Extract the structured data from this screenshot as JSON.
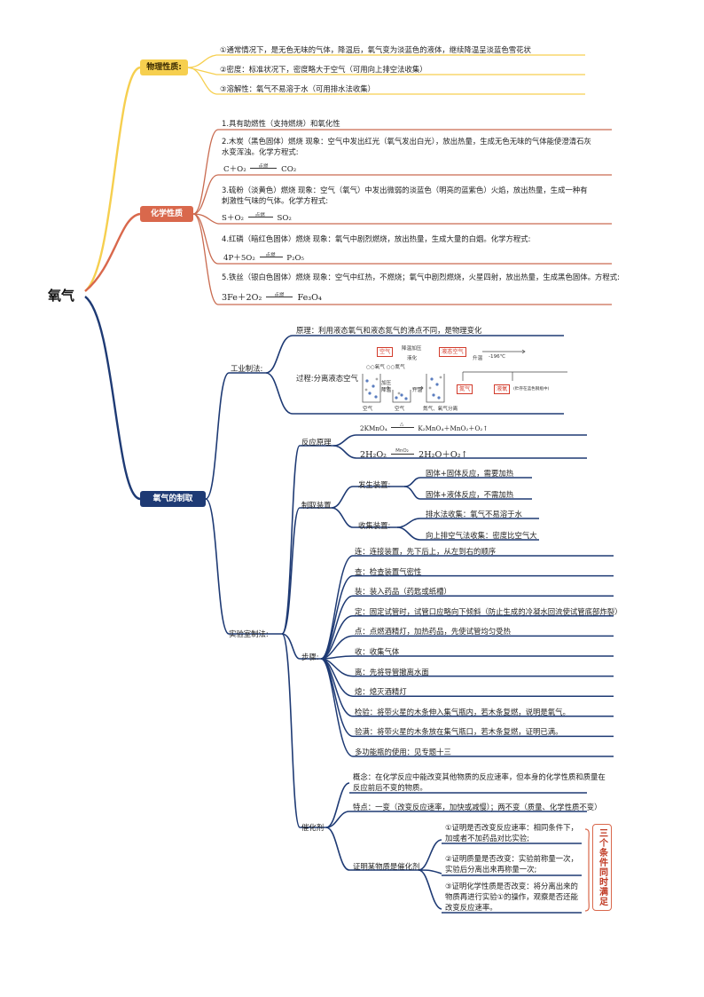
{
  "root": "氧气",
  "physical": {
    "label": "物理性质:",
    "items": [
      "①通常情况下，是无色无味的气体，降温后，氧气变为淡蓝色的液体，继续降温呈淡蓝色雪花状",
      "②密度：标准状况下，密度略大于空气（可用向上排空法收集）",
      "③溶解性：氧气不易溶于水（可用排水法收集）"
    ]
  },
  "chemical": {
    "label": "化学性质",
    "item1": "1.具有助燃性（支持燃烧）和氧化性",
    "item2": "2.木炭（黑色固体）燃烧    现象：空气中发出红光（氧气发出白光），放出热量，生成无色无味的气体能使澄清石灰水变浑浊。化学方程式:",
    "eq2": "C＋O₂",
    "eq2_product": "CO₂",
    "item3": "3.硫粉（淡黄色）燃烧    现象：空气（氧气）中发出微弱的淡蓝色（明亮的蓝紫色）火焰，放出热量，生成一种有刺激性气味的气体。化学方程式:",
    "eq3": "S＋O₂",
    "eq3_product": "SO₂",
    "item4": "4.红磷（暗红色固体）燃烧    现象：氧气中剧烈燃烧，放出热量，生成大量的白烟。化学方程式:",
    "eq4": "4P＋5O₂",
    "eq4_product": "P₂O₅",
    "item5": "5.铁丝（银白色固体）燃烧    现象：空气中红热，不燃烧；氧气中剧烈燃烧，火星四射，放出热量，生成黑色固体。方程式:",
    "eq5": "3Fe＋2O₂",
    "eq5_product": "Fe₃O₄",
    "condition": "点燃"
  },
  "preparation": {
    "label": "氧气的制取",
    "industrial": {
      "label": "工业制法:",
      "principle": "原理：利用液态氧气和液态氮气的沸点不同，是物理变化",
      "process_label": "过程:分离液态空气",
      "diagram": {
        "legend": "○○氧气 ○○氮气",
        "step1": "加压",
        "step1b": "降温",
        "step2": "升温",
        "cap1": "空气",
        "cap2": "空气",
        "cap3": "氮气、氧气分离",
        "air": "空气",
        "press": "降温加压",
        "liquefy": "液化",
        "liquid_air": "液态空气",
        "heat": "升温",
        "temp": "-196℃",
        "nitrogen": "氮气",
        "liquid_o2": "液氧",
        "store": "(贮存在蓝色钢瓶中)"
      }
    },
    "lab": {
      "label": "实验室制法:",
      "reaction": {
        "label": "反应原理",
        "eq1": "2KMnO₄",
        "eq1_cond": "△",
        "eq1_product": "K₂MnO₄＋MnO₂＋O₂↑",
        "eq2": "2H₂O₂",
        "eq2_cond": "MnO₂",
        "eq2_product": "2H₂O＋O₂↑"
      },
      "apparatus": {
        "label": "制取装置",
        "generator": {
          "label": "发生装置:",
          "items": [
            "固体+固体反应，需要加热",
            "固体+液体反应，不需加热"
          ]
        },
        "collector": {
          "label": "收集装置:",
          "items": [
            "排水法收集：氧气不易溶于水",
            "向上排空气法收集：密度比空气大"
          ]
        }
      },
      "steps": {
        "label": "步骤:",
        "items": [
          "连：连接装置，先下后上，从左到右的顺序",
          "查：检查装置气密性",
          "装：装入药品（药匙或纸槽）",
          "定：固定试管时，试管口应略向下倾斜（防止生成的冷凝水回流使试管底部炸裂）",
          "点：点燃酒精灯，加热药品，先使试管均匀受热",
          "收：收集气体",
          "离：先将导管撤离水面",
          "熄：熄灭酒精灯",
          "检验：将带火星的木条伸入集气瓶内，若木条复燃，说明是氧气。",
          "验满：将带火星的木条放在集气瓶口，若木条复燃，证明已满。",
          "多功能瓶的使用：见专题十三"
        ]
      },
      "catalyst": {
        "label": "催化剂",
        "concept": "概念：在化学反应中能改变其他物质的反应速率，但本身的化学性质和质量在反应前后不变的物质。",
        "feature": "特点：一变（改变反应速率，加快或减慢）；两不变（质量、化学性质不变）",
        "prove_label": "证明某物质是催化剂",
        "prove_items": [
          "①证明是否改变反应速率：相同条件下，加或者不加药品对比实验;",
          "②证明质量是否改变：实验前称量一次，实验后分离出来再称量一次;",
          "③证明化学性质是否改变：将分离出来的物质再进行实验①的操作，观察是否还能改变反应速率。"
        ],
        "all_three": "三个条件同时满足"
      }
    }
  },
  "colors": {
    "yellow": "#f6cf4f",
    "orange": "#d9684c",
    "navy": "#1e3a74"
  }
}
